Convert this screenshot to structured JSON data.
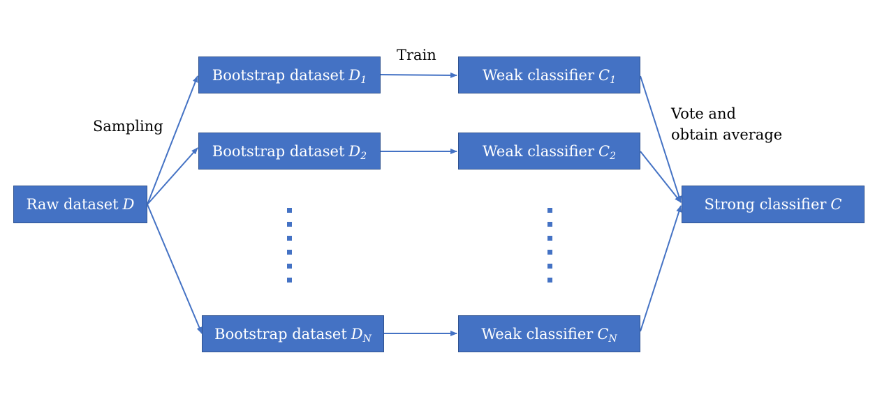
{
  "raw": {
    "label": "Raw dataset",
    "symbol": "D"
  },
  "bootstrap": [
    {
      "label": "Bootstrap dataset",
      "symbol": "D",
      "sub": "1"
    },
    {
      "label": "Bootstrap dataset",
      "symbol": "D",
      "sub": "2"
    },
    {
      "label": "Bootstrap dataset",
      "symbol": "D",
      "sub": "N"
    }
  ],
  "weak": [
    {
      "label": "Weak classifier",
      "symbol": "C",
      "sub": "1"
    },
    {
      "label": "Weak classifier",
      "symbol": "C",
      "sub": "2"
    },
    {
      "label": "Weak classifier",
      "symbol": "C",
      "sub": "N"
    }
  ],
  "strong": {
    "label": "Strong classifier",
    "symbol": "C"
  },
  "annotations": {
    "sampling": "Sampling",
    "train": "Train",
    "vote_line1": "Vote and",
    "vote_line2": "obtain average"
  },
  "colors": {
    "box_fill": "#4472c4",
    "box_border": "#2f528f",
    "arrow": "#4472c4",
    "box_text": "#ffffff",
    "annotation_text": "#000000"
  }
}
